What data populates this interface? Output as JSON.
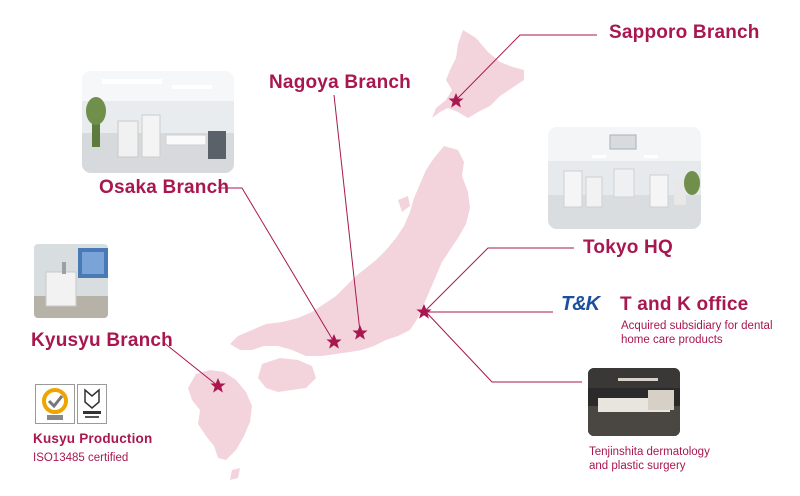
{
  "branches": {
    "sapporo": "Sapporo Branch",
    "nagoya": "Nagoya Branch",
    "osaka": "Osaka Branch",
    "tokyo": "Tokyo HQ",
    "kyusyu": "Kyusyu Branch"
  },
  "tk_office": {
    "logo_text": "T&K",
    "title": "T and K office",
    "desc_line1": "Acquired subsidiary for dental",
    "desc_line2": "home care products"
  },
  "tenjinshita": {
    "line1": "Tenjinshita dermatology",
    "line2": "and plastic surgery"
  },
  "production": {
    "title": "Kusyu Production",
    "cert": "ISO13485 certified"
  },
  "colors": {
    "accent": "#a8174f",
    "map_fill": "#f3d4dd",
    "star": "#a8174f",
    "tk_blue": "#1c4fa0"
  }
}
